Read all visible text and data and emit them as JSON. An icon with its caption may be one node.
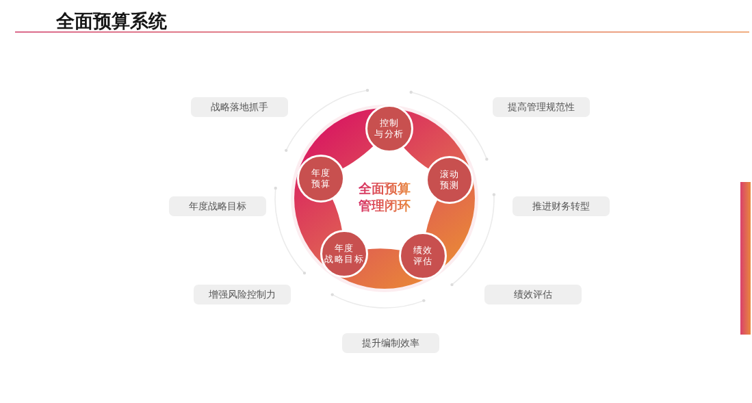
{
  "diagram": {
    "title": "全面预算系统",
    "nodes": [
      {
        "text": [
          "全面预算管理闭环"
        ]
      },
      {
        "text": [
          "控制与分析"
        ],
        "in": 0
      },
      {
        "text": [
          "滚动预测"
        ],
        "in": 0
      },
      {
        "text": [
          "绩效评估"
        ],
        "in": 0
      },
      {
        "text": [
          "年度战略目标"
        ],
        "in": 0
      },
      {
        "text": [
          "年度预算"
        ],
        "in": 0
      },
      {
        "text": [
          "战略落地抓手"
        ]
      },
      {
        "text": [
          "提高管理规范性"
        ]
      },
      {
        "text": [
          "年度战略目标"
        ]
      },
      {
        "text": [
          "推进财务转型"
        ]
      },
      {
        "text": [
          "增强风险控制力"
        ]
      },
      {
        "text": [
          "绩效评估"
        ]
      },
      {
        "text": [
          "提升编制效率"
        ]
      }
    ]
  }
}
